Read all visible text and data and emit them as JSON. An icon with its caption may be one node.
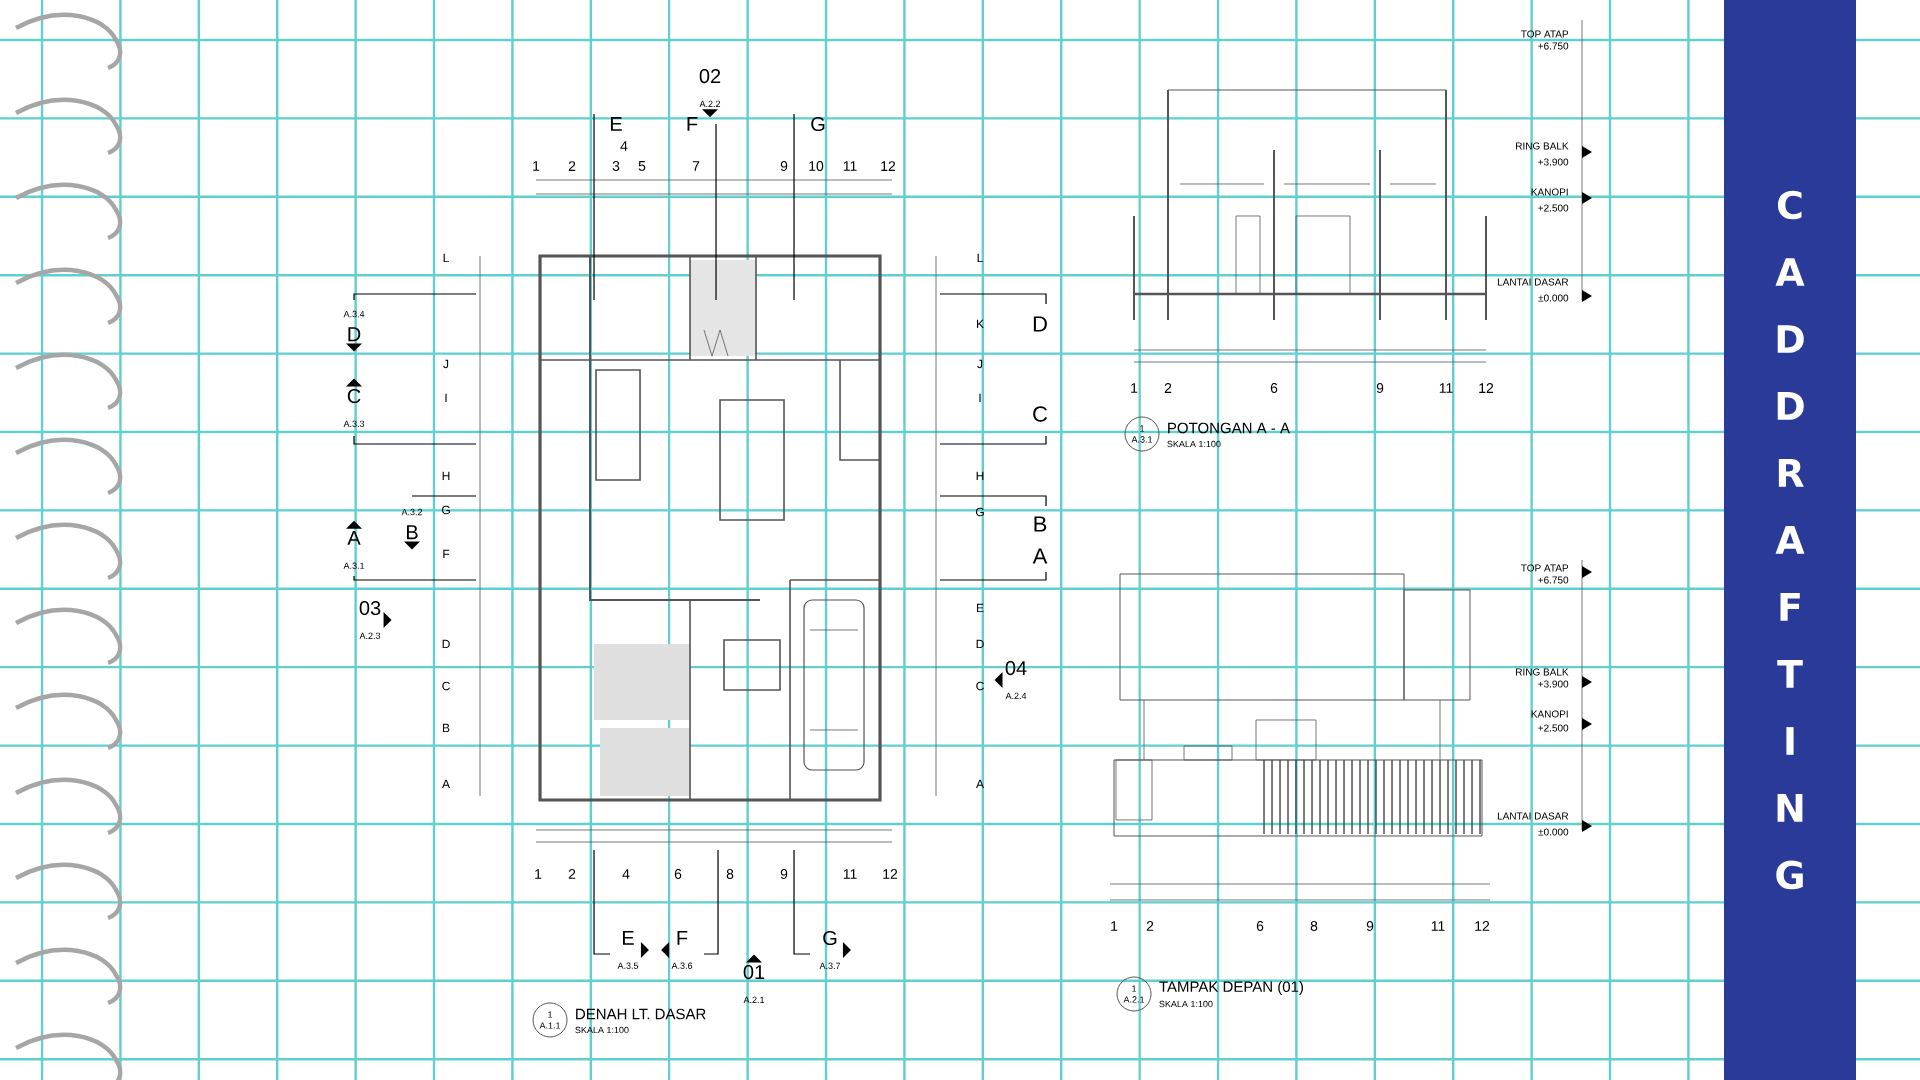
{
  "diagram": {
    "nodes": [
      {
        "text": [
          "02",
          "A.2.2"
        ]
      },
      {
        "text": [
          "A.3.4",
          "D"
        ]
      },
      {
        "text": [
          "C",
          "A.3.3"
        ]
      },
      {
        "text": [
          "A.3.2",
          "B"
        ]
      },
      {
        "text": [
          "A",
          "A.3.1"
        ]
      },
      {
        "text": [
          "03",
          "A.2.3"
        ]
      },
      {
        "text": [
          "04",
          "A.2.4"
        ]
      },
      {
        "text": [
          "E",
          "A.3.5"
        ]
      },
      {
        "text": [
          "F",
          "A.3.6"
        ]
      },
      {
        "text": [
          "G",
          "A.3.7"
        ]
      },
      {
        "text": [
          "01",
          "A.2.1"
        ]
      },
      {
        "text": [
          "1",
          "A.3.1"
        ],
        "beside": [
          "POTONGAN A - A",
          "SKALA 1:100"
        ]
      },
      {
        "text": [
          "1",
          "A.1.1"
        ],
        "beside": [
          "DENAH LT. DASAR",
          "SKALA 1:100"
        ]
      },
      {
        "text": [
          "1",
          "A.2.1"
        ],
        "beside": [
          "TAMPAK DEPAN (01)",
          "SKALA 1:100"
        ]
      },
      {
        "text": [
          "CAD DRAFTING"
        ]
      }
    ],
    "labels": [
      "E",
      "F",
      "G",
      "4",
      "1",
      "2",
      "3",
      "5",
      "7",
      "9",
      "10",
      "11",
      "12",
      "TOP ATAP",
      "+6.750",
      "RING BALK",
      "+3.900",
      "KANOPI",
      "+2.500",
      "LANTAI DASAR",
      "±0.000",
      "L",
      "L",
      "K",
      "D",
      "J",
      "J",
      "I",
      "I",
      "C",
      "H",
      "H",
      "G",
      "G",
      "B",
      "F",
      "A",
      "E",
      "D",
      "D",
      "C",
      "C",
      "B",
      "A",
      "A",
      "1",
      "2",
      "6",
      "9",
      "11",
      "12",
      "TOP ATAP",
      "+6.750",
      "RING BALK",
      "+3.900",
      "KANOPI",
      "+2.500",
      "LANTAI DASAR",
      "±0.000",
      "1",
      "2",
      "4",
      "6",
      "8",
      "9",
      "11",
      "12",
      "1",
      "2",
      "6",
      "8",
      "9",
      "11",
      "12"
    ]
  }
}
